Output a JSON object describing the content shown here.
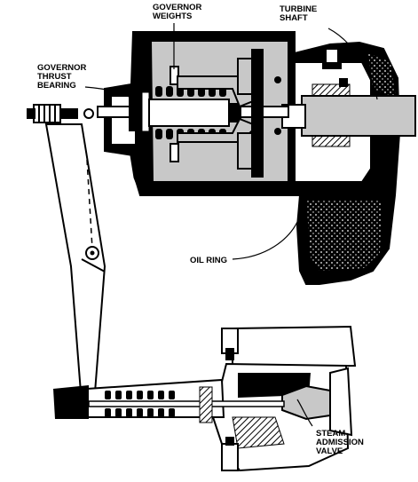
{
  "labels": {
    "governor_weights": "GOVERNOR\nWEIGHTS",
    "turbine_shaft": "TURBINE\nSHAFT",
    "governor_thrust_bearing": "GOVERNOR\nTHRUST\nBEARING",
    "oil_ring": "OIL RING",
    "steam_admission_valve": "STEAM-\nADMISSION\nVALVE"
  },
  "colors": {
    "ink": "#000000",
    "fill_gray": "#c8c8c8",
    "paper": "#ffffff"
  }
}
